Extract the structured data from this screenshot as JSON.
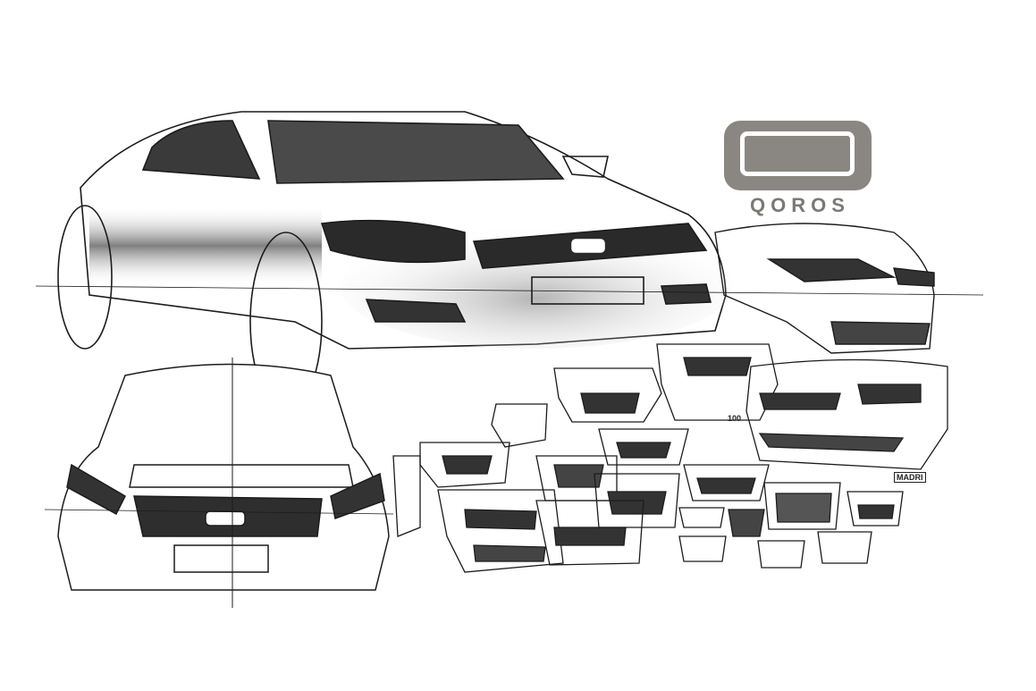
{
  "image": {
    "description": "Hand-drawn design sketch sheet of Qoros sedan concepts with multiple front grille studies",
    "brand_logo": {
      "wordmark": "QOROS",
      "color": "#8a8782"
    },
    "signature": "MADRI",
    "annotation_number": "100",
    "colors": {
      "background": "#ffffff",
      "ink": "#1c1c1c",
      "shading": "#5a5a5a",
      "logo_gray": "#8a8782"
    }
  }
}
